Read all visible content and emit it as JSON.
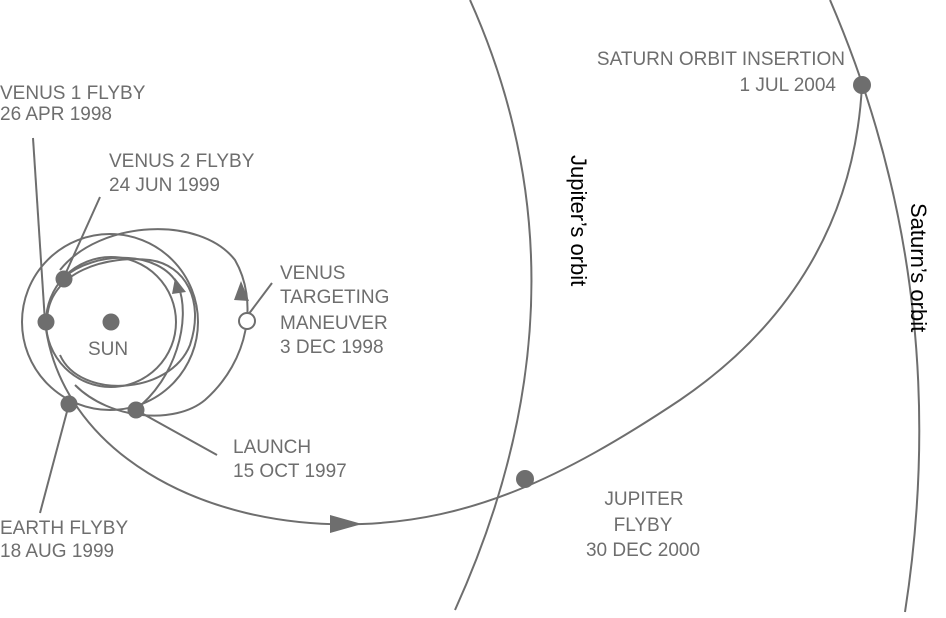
{
  "diagram": {
    "colors": {
      "line": "#6e6e6e",
      "orbit_label": "#000000",
      "background": "#ffffff"
    },
    "sun": {
      "label": "SUN"
    },
    "orbits": {
      "jupiter": "Jupiter’s orbit",
      "saturn": "Saturn’s orbit"
    },
    "events": {
      "venus1": {
        "line1": "VENUS 1 FLYBY",
        "line2": "26 APR 1998"
      },
      "venus2": {
        "line1": "VENUS 2 FLYBY",
        "line2": "24 JUN 1999"
      },
      "vtm": {
        "line1": "VENUS",
        "line2": "TARGETING",
        "line3": "MANEUVER",
        "line4": "3 DEC 1998"
      },
      "launch": {
        "line1": "LAUNCH",
        "line2": "15 OCT 1997"
      },
      "earth": {
        "line1": "EARTH FLYBY",
        "line2": "18 AUG 1999"
      },
      "jupiter": {
        "line1": "JUPITER",
        "line2": "FLYBY",
        "line3": "30 DEC 2000"
      },
      "soi": {
        "line1": "SATURN ORBIT INSERTION",
        "line2": "1 JUL 2004"
      }
    }
  }
}
